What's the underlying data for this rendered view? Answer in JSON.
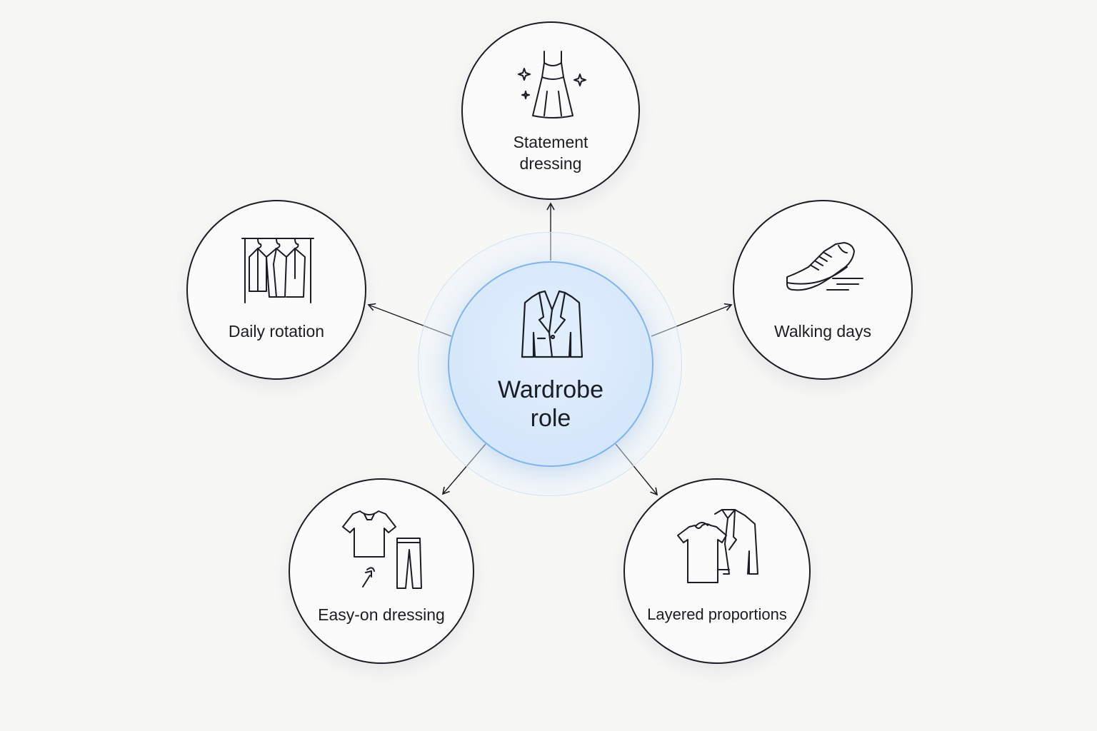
{
  "center": {
    "label_line1": "Wardrobe",
    "label_line2": "role",
    "icon": "blazer-icon"
  },
  "nodes": {
    "statement": {
      "label_line1": "Statement",
      "label_line2": "dressing",
      "icon": "dress-sparkle-icon"
    },
    "daily": {
      "label": "Daily rotation",
      "icon": "clothes-rack-icon"
    },
    "walking": {
      "label": "Walking days",
      "icon": "sneaker-icon"
    },
    "easy_on": {
      "label": "Easy-on dressing",
      "icon": "tshirt-pants-icon"
    },
    "layered": {
      "label": "Layered proportions",
      "icon": "layered-jacket-icon"
    }
  },
  "colors": {
    "stroke": "#1c1c24",
    "center_fill": "#d5e7fb",
    "center_border": "#7fb4ec",
    "background": "#f7f7f6"
  }
}
